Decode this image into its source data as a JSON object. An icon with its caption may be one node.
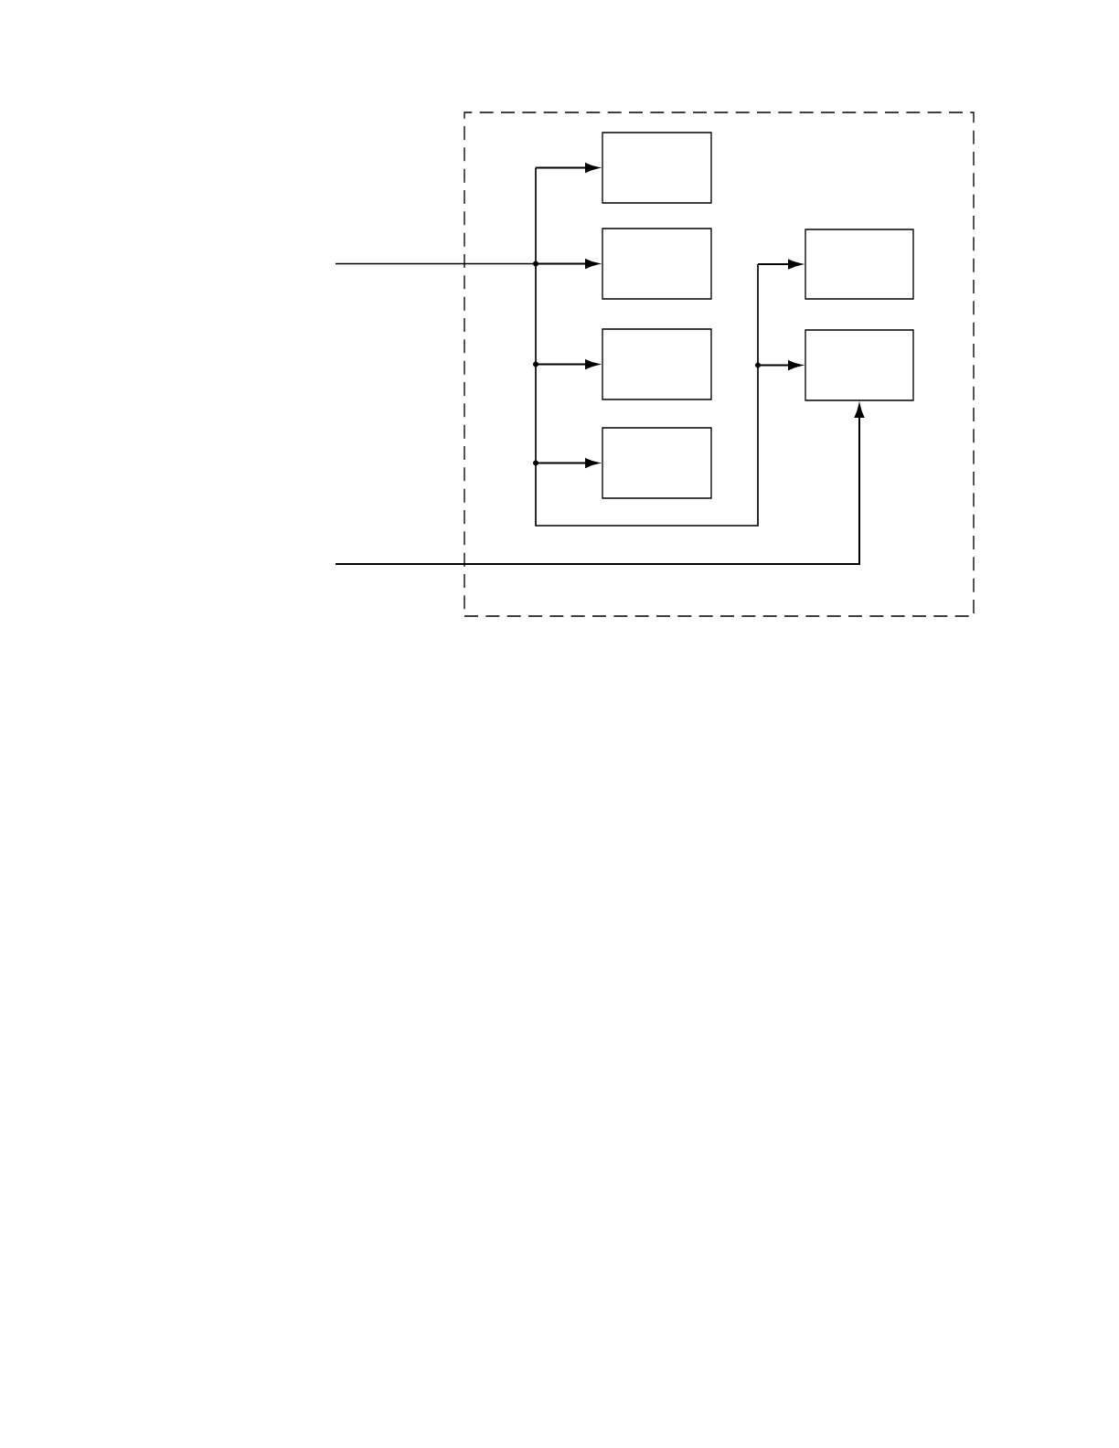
{
  "diagram": {
    "nodes": [
      {
        "text": [],
        "shape": "box"
      },
      {
        "text": [],
        "shape": "box",
        "in": 0
      },
      {
        "text": [],
        "shape": "box",
        "in": 0
      },
      {
        "text": [],
        "shape": "box",
        "in": 0
      },
      {
        "text": [],
        "shape": "box",
        "in": 0
      },
      {
        "text": [],
        "shape": "box",
        "in": 0
      },
      {
        "text": [],
        "shape": "box",
        "in": 0
      }
    ],
    "edges": [
      {
        "from": null,
        "to": 1,
        "arrow": "to"
      },
      {
        "from": null,
        "to": 2,
        "arrow": "to"
      },
      {
        "from": null,
        "to": 3,
        "arrow": "to"
      },
      {
        "from": null,
        "to": 4,
        "arrow": "to"
      },
      {
        "from": null,
        "to": 5,
        "arrow": "to"
      },
      {
        "from": null,
        "to": 6,
        "arrow": "to"
      },
      {
        "from": null,
        "to": 6,
        "arrow": "to"
      }
    ]
  }
}
